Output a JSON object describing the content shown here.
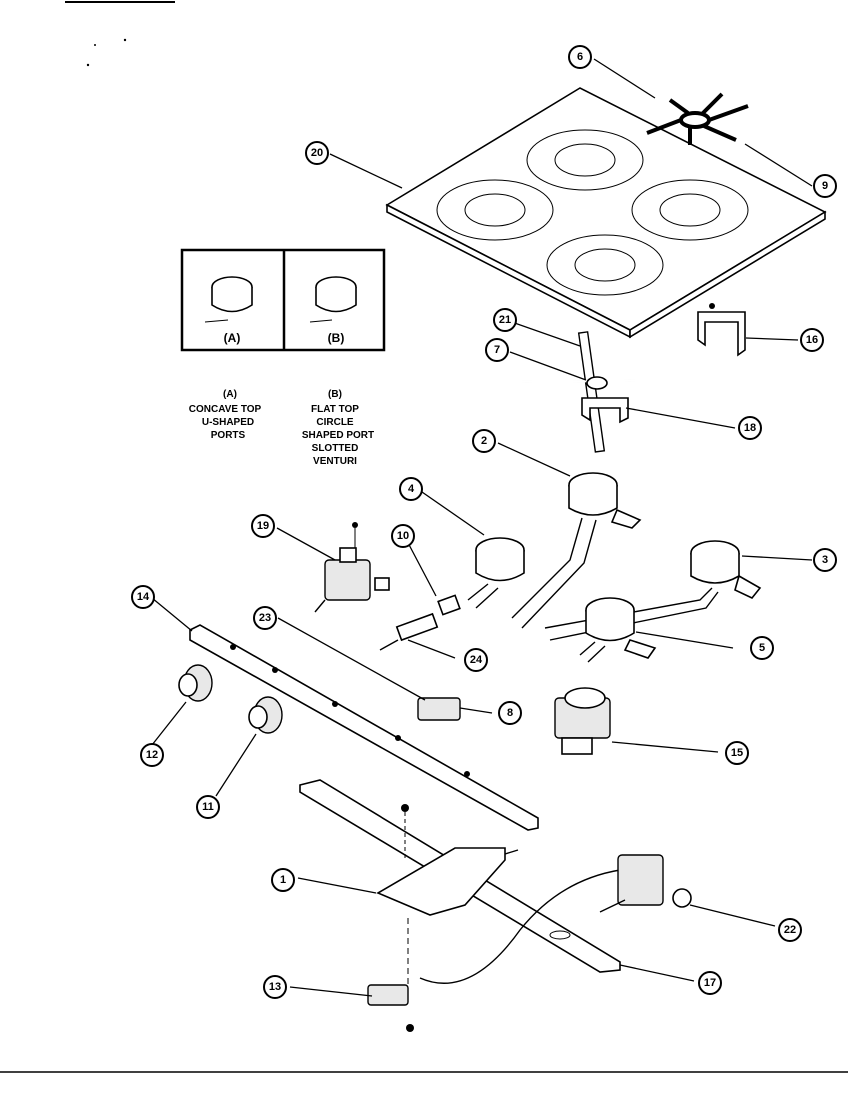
{
  "callouts": {
    "c1": "1",
    "c2": "2",
    "c3": "3",
    "c4": "4",
    "c5": "5",
    "c6": "6",
    "c7": "7",
    "c8": "8",
    "c9": "9",
    "c10": "10",
    "c11": "11",
    "c12": "12",
    "c13": "13",
    "c14": "14",
    "c15": "15",
    "c16": "16",
    "c17": "17",
    "c18": "18",
    "c19": "19",
    "c20": "20",
    "c21": "21",
    "c22": "22",
    "c23": "23",
    "c24": "24"
  },
  "inset": {
    "label_a": "(A)",
    "label_b": "(B)"
  },
  "legend": {
    "a": {
      "tag": "(A)",
      "line1": "CONCAVE TOP",
      "line2": "U-SHAPED",
      "line3": "PORTS"
    },
    "b": {
      "tag": "(B)",
      "line1": "FLAT TOP",
      "line2": "CIRCLE",
      "line3": "SHAPED PORT",
      "line4": "SLOTTED",
      "line5": "VENTURI"
    }
  }
}
